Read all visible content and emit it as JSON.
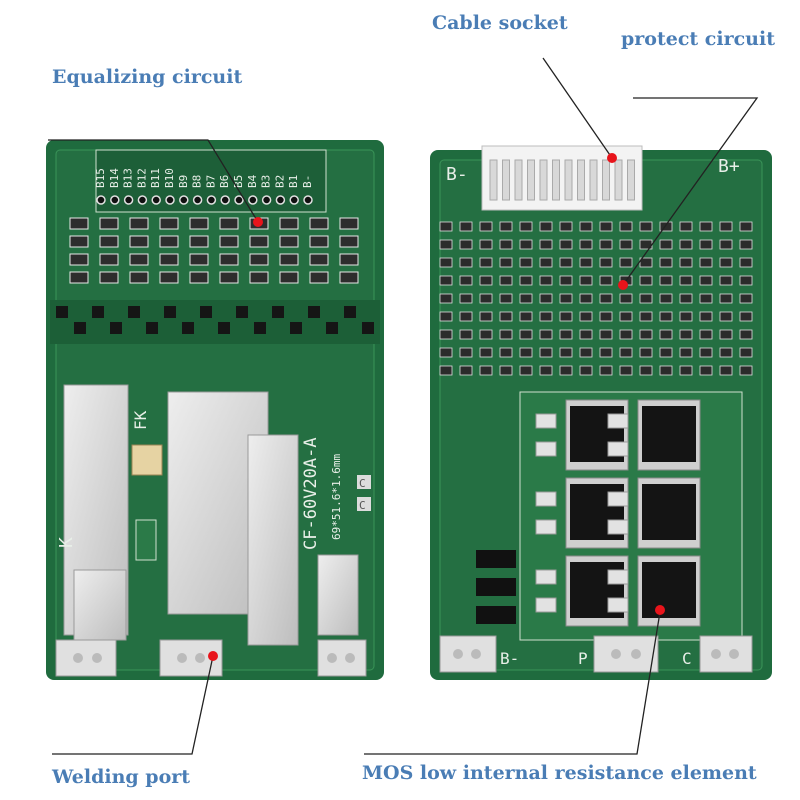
{
  "callouts": {
    "equalizing": "Equalizing circuit",
    "cable_socket": "Cable socket",
    "protect": "protect circuit",
    "welding": "Welding port",
    "mos": "MOS low internal resistance element"
  },
  "silkscreen": {
    "model": "CF-60V20A-A",
    "dimensions": "69*51.6*1.6mm",
    "fk": "FK",
    "k": "K",
    "b_minus_left": "B-",
    "b_plus_right": "B+",
    "b_minus_bottom": "B-",
    "p_bottom": "P",
    "c_bottom": "C",
    "c_left_1": "C",
    "c_left_2": "C",
    "b_plus_top": "B+",
    "pin_labels": [
      "B15",
      "B14",
      "B13",
      "B12",
      "B11",
      "B10",
      "B9",
      "B8",
      "B7",
      "B6",
      "B5",
      "B4",
      "B3",
      "B2",
      "B1",
      "B-"
    ]
  },
  "colors": {
    "label": "#4a7db5",
    "pcb": "#1f6b3e",
    "pcb_light": "#2e8a50",
    "pad": "#d9d9d9",
    "marker": "#e8141b"
  }
}
